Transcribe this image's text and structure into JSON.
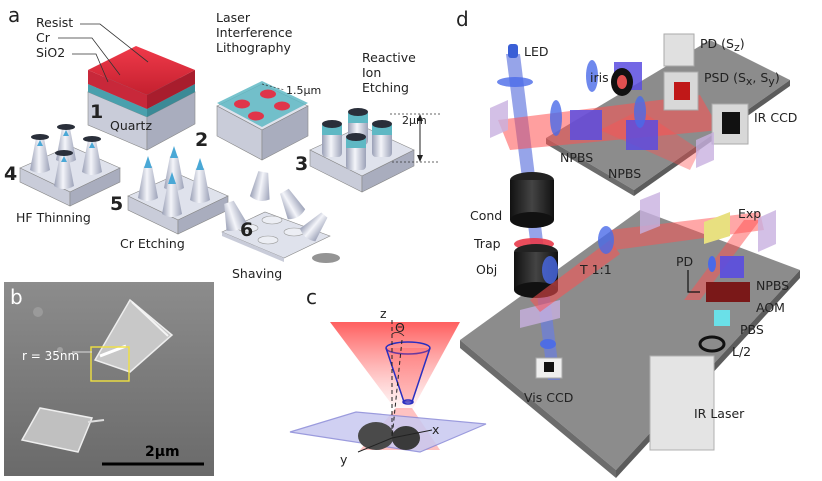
{
  "panel_a": {
    "letter": "a",
    "layers": [
      "Resist",
      "Cr",
      "SiO2"
    ],
    "substrate": "Quartz",
    "steps": [
      {
        "num": "1",
        "label": ""
      },
      {
        "num": "2",
        "label": "Laser\nInterference\nLithography"
      },
      {
        "num": "3",
        "label": "Reactive\nIon\nEtching"
      },
      {
        "num": "4",
        "label": "HF Thinning"
      },
      {
        "num": "5",
        "label": "Cr Etching"
      },
      {
        "num": "6",
        "label": "Shaving"
      }
    ],
    "pitch": "1.5μm",
    "height": "2μm"
  },
  "panel_b": {
    "letter": "b",
    "radius": "r = 35nm",
    "scalebar": "2μm"
  },
  "panel_c": {
    "letter": "c",
    "axes": [
      "z",
      "Θ",
      "x",
      "y"
    ]
  },
  "panel_d": {
    "letter": "d",
    "labels": {
      "led": "LED",
      "iris": "iris",
      "pd_top": "PD (S",
      "pd_top_sub": "z",
      "psd": "PSD (S",
      "psd_sub_x": "x",
      "psd_sub_y": "y",
      "ir_ccd": "IR CCD",
      "npbs1": "NPBS",
      "npbs2": "NPBS",
      "cond": "Cond",
      "trap": "Trap",
      "obj": "Obj",
      "t11": "T 1:1",
      "exp": "Exp",
      "pd2": "PD",
      "npbs3": "NPBS",
      "aom": "AOM",
      "pbs": "PBS",
      "l2": "L/2",
      "vis_ccd": "Vis CCD",
      "ir_laser": "IR Laser"
    }
  },
  "colors": {
    "laser": "#e8404a",
    "led": "#3a5fd6",
    "resist": "#e0354a",
    "sio2": "#5fb8c4"
  }
}
